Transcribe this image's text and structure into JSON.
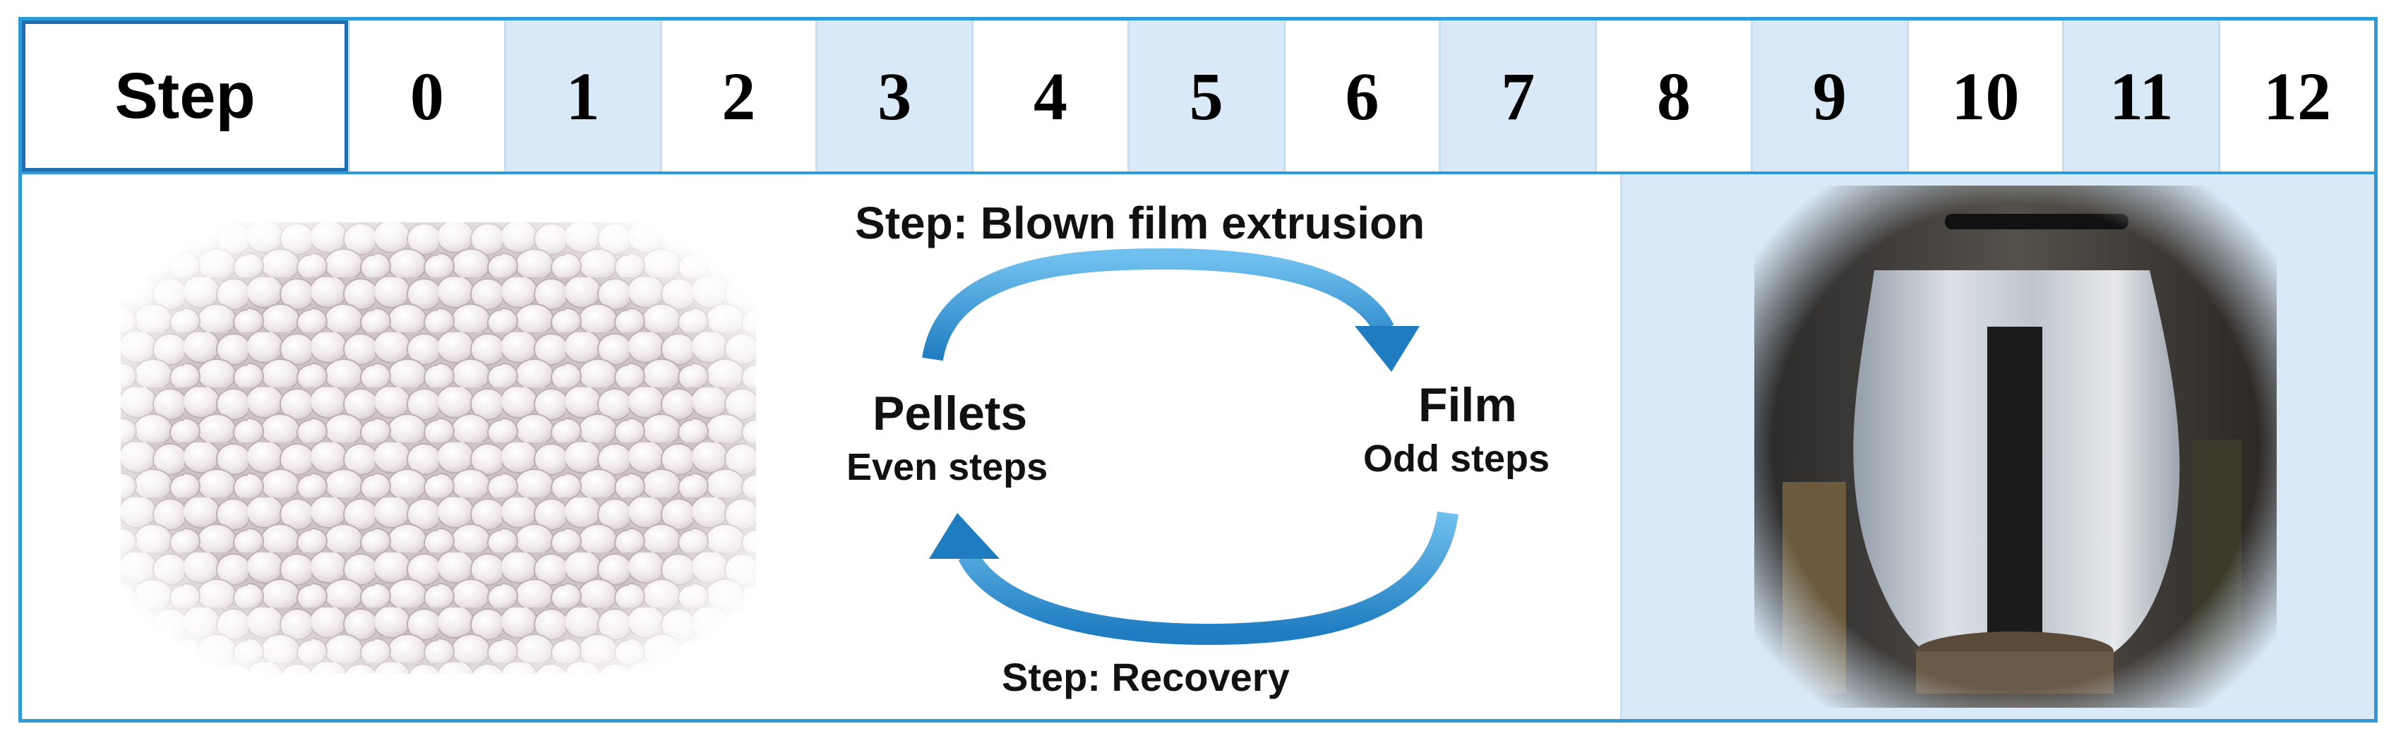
{
  "step_row": {
    "header": "Step",
    "steps": [
      "0",
      "1",
      "2",
      "3",
      "4",
      "5",
      "6",
      "7",
      "8",
      "9",
      "10",
      "11",
      "12"
    ]
  },
  "cycle": {
    "top_label": "Step: Blown film extrusion",
    "bottom_label": "Step: Recovery",
    "left_title": "Pellets",
    "left_sub": "Even steps",
    "right_title": "Film",
    "right_sub": "Odd steps"
  },
  "colors": {
    "border": "#2e9bd6",
    "odd_highlight": "#d9e9f7",
    "arrow": "#2f8fd0"
  },
  "images": {
    "left": "pellets-photo",
    "right": "blown-film-bubble-photo"
  }
}
